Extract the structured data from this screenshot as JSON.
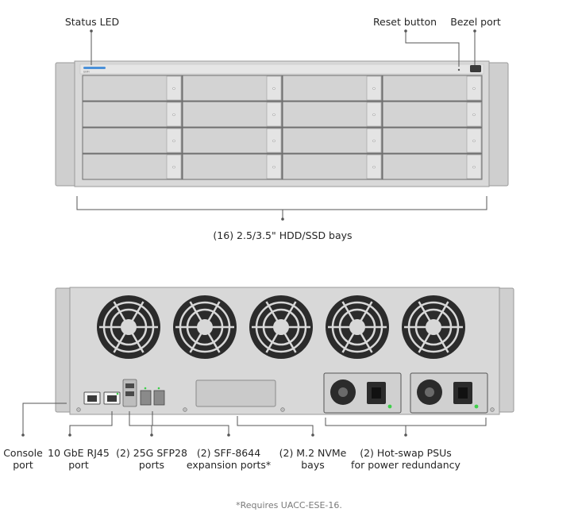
{
  "front": {
    "callouts": {
      "status_led": "Status LED",
      "reset_button": "Reset button",
      "bezel_port": "Bezel port",
      "bays": "(16) 2.5/3.5\" HDD/SSD bays"
    },
    "bay_grid": {
      "rows": 4,
      "columns": 4
    }
  },
  "rear": {
    "fan_count": 5,
    "callouts": {
      "console_line1": "Console",
      "console_line2": "port",
      "rj45_line1": "10 GbE RJ45",
      "rj45_line2": "port",
      "sfp_line1": "(2) 25G SFP28",
      "sfp_line2": "ports",
      "sff_line1": "(2) SFF-8644",
      "sff_line2": "expansion ports*",
      "nvme_line1": "(2) M.2 NVMe",
      "nvme_line2": "bays",
      "psu_line1": "(2) Hot-swap PSUs",
      "psu_line2": "for power redundancy"
    }
  },
  "footnote": "*Requires UACC-ESE-16.",
  "colors": {
    "chassis": "#d7d7d7",
    "chassis_dark": "#bfbfbf",
    "outline": "#8a8a8a",
    "fan": "#2b2b2b",
    "status_led": "#4a90d9",
    "psu_led": "#3ecf4a",
    "line": "#555555"
  }
}
